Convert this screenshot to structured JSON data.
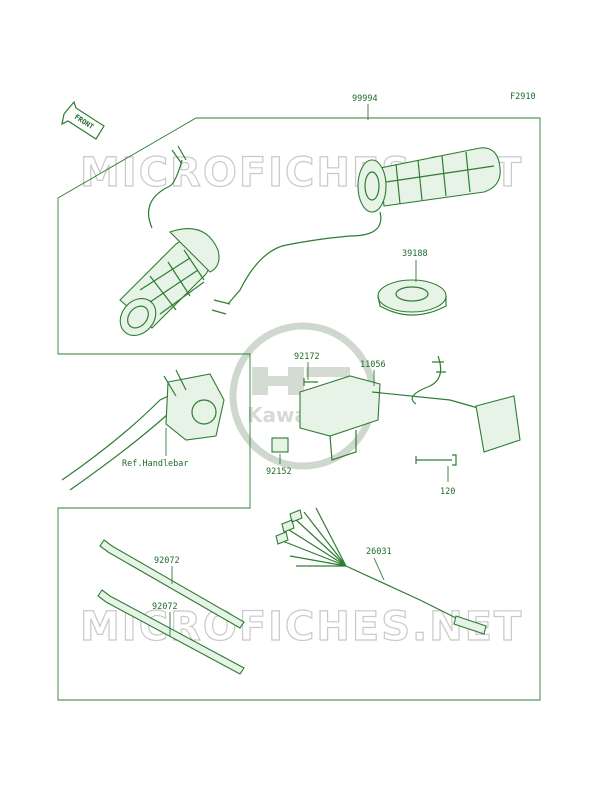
{
  "header": {
    "figure_code": "F2910",
    "front_indicator": "FRONT"
  },
  "watermark": {
    "site_text": "MICROFICHES.NET",
    "brand_text": "Kawasaki"
  },
  "callouts": {
    "kit": "99994",
    "collar": "39188",
    "screw": "92172",
    "bracket": "11056",
    "spacer": "92152",
    "bolt": "120",
    "ref_handlebar": "Ref.Handlebar",
    "harness": "26031",
    "band_upper": "92072",
    "band_lower": "92072"
  },
  "colors": {
    "line": "#2e7d32",
    "watermark": "#c9c9c9"
  }
}
